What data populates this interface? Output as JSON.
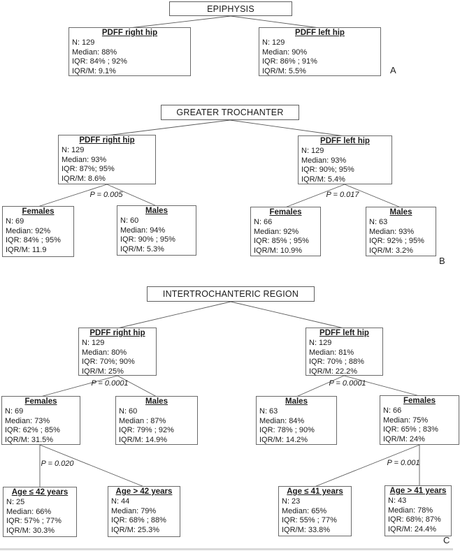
{
  "panel_a": {
    "label": "A",
    "header": "EPIPHYSIS",
    "left": {
      "title": "PDFF right hip",
      "lines": [
        "N: 129",
        "Median: 88%",
        "IQR: 84% ; 92%",
        "IQR/M: 9.1%"
      ]
    },
    "right": {
      "title": "PDFF left hip",
      "lines": [
        "N: 129",
        "Median: 90%",
        "IQR: 86% ; 91%",
        "IQR/M: 5.5%"
      ]
    }
  },
  "panel_b": {
    "label": "B",
    "header": "GREATER TROCHANTER",
    "left": {
      "title": "PDFF right hip",
      "lines": [
        "N: 129",
        "Median: 93%",
        "IQR: 87%; 95%",
        "IQR/M: 8.6%"
      ]
    },
    "right": {
      "title": "PDFF left hip",
      "lines": [
        "N: 129",
        "Median: 93%",
        "IQR: 90%; 95%",
        "IQR/M: 5.4%"
      ]
    },
    "p_left": "P = 0.005",
    "p_right": "P = 0.017",
    "left_females": {
      "title": "Females",
      "lines": [
        "N: 69",
        "Median: 92%",
        "IQR: 84% ; 95%",
        "IQR/M: 11.9"
      ]
    },
    "left_males": {
      "title": "Males",
      "lines": [
        "N: 60",
        "Median: 94%",
        "IQR: 90% ; 95%",
        "IQR/M: 5.3%"
      ]
    },
    "right_females": {
      "title": "Females",
      "lines": [
        "N: 66",
        "Median: 92%",
        "IQR: 85% ; 95%",
        "IQR/M: 10.9%"
      ]
    },
    "right_males": {
      "title": "Males",
      "lines": [
        "N: 63",
        "Median: 93%",
        "IQR: 92% ; 95%",
        "IQR/M: 3.2%"
      ]
    }
  },
  "panel_c": {
    "label": "C",
    "header": "INTERTROCHANTERIC REGION",
    "left": {
      "title": "PDFF right hip",
      "lines": [
        "N: 129",
        "Median: 80%",
        "IQR: 70%; 90%",
        "IQR/M: 25%"
      ]
    },
    "right": {
      "title": "PDFF left hip",
      "lines": [
        "N: 129",
        "Median: 81%",
        "IQR: 70% ; 88%",
        "IQR/M: 22.2%"
      ]
    },
    "p_left": "P = 0.0001",
    "p_right": "P = 0.0001",
    "left_females": {
      "title": "Females",
      "lines": [
        "N: 69",
        "Median: 73%",
        "IQR: 62% ; 85%",
        "IQR/M: 31.5%"
      ]
    },
    "left_males": {
      "title": "Males",
      "lines": [
        "N: 60",
        "Median : 87%",
        "IQR: 79% ; 92%",
        "IQR/M: 14.9%"
      ]
    },
    "right_males": {
      "title": "Males",
      "lines": [
        "N: 63",
        "Median: 84%",
        "IQR: 78% ; 90%",
        "IQR/M: 14.2%"
      ]
    },
    "right_females": {
      "title": "Females",
      "lines": [
        "N: 66",
        "Median: 75%",
        "IQR: 65% ; 83%",
        "IQR/M: 24%"
      ]
    },
    "p_age_left": "P = 0.020",
    "p_age_right": "P = 0.001",
    "age_le_42": {
      "title": "Age ≤ 42 years",
      "lines": [
        "N: 25",
        "Median: 66%",
        "IQR: 57% ; 77%",
        "IQR/M: 30.3%"
      ]
    },
    "age_gt_42": {
      "title": "Age > 42 years",
      "lines": [
        "N: 44",
        "Median: 79%",
        "IQR: 68% ; 88%",
        "IQR/M: 25.3%"
      ]
    },
    "age_le_41": {
      "title": "Age ≤ 41 years",
      "lines": [
        "N: 23",
        "Median: 65%",
        "IQR: 55% ; 77%",
        "IQR/M: 33.8%"
      ]
    },
    "age_gt_41": {
      "title": "Age > 41 years",
      "lines": [
        "N: 43",
        "Median: 78%",
        "IQR: 68%; 87%",
        "IQR/M: 24.4%"
      ]
    }
  }
}
